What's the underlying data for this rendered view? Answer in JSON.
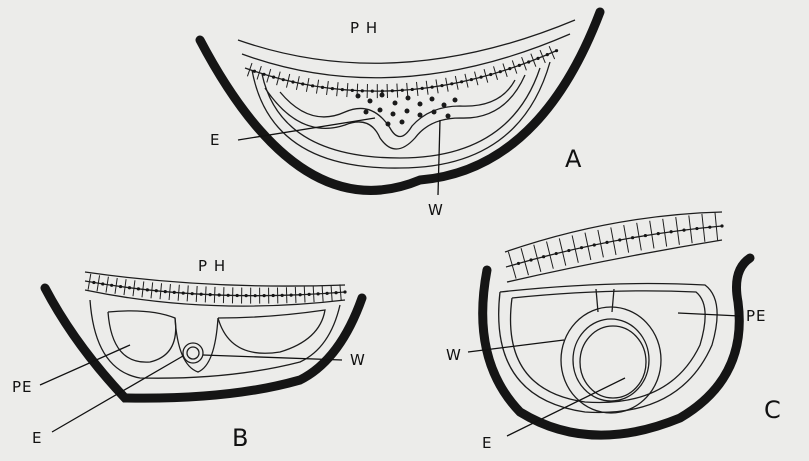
{
  "figure": {
    "panels": [
      {
        "letter": "A",
        "labels": {
          "top": "P H",
          "embryo": "E",
          "wall": "W"
        }
      },
      {
        "letter": "B",
        "labels": {
          "top": "P H",
          "perienteric": "PE",
          "embryo": "E",
          "wall": "W"
        }
      },
      {
        "letter": "C",
        "labels": {
          "perienteric": "PE",
          "wall": "W",
          "embryo": "E"
        }
      }
    ]
  },
  "colors": {
    "background": "#ececea",
    "ink": "#151515"
  }
}
